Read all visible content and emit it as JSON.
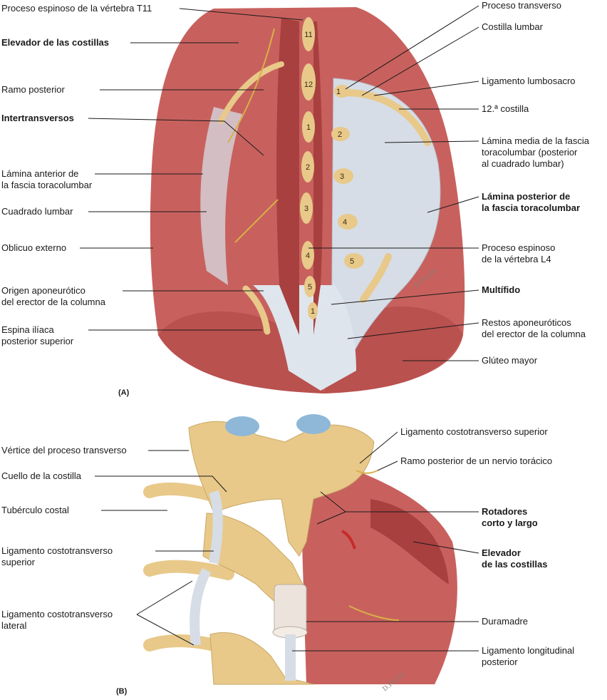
{
  "panels": [
    {
      "tag": "(A)"
    },
    {
      "tag": "(B)"
    }
  ],
  "panel_a": {
    "left_labels": [
      {
        "lines": [
          "Elevador de las costillas"
        ],
        "bold": true
      },
      {
        "lines": [
          "Ramo posterior"
        ],
        "bold": false
      },
      {
        "lines": [
          "Intertransversos"
        ],
        "bold": true
      },
      {
        "lines": [
          "Lámina anterior de",
          "la fascia toracolumbar"
        ],
        "bold": false
      },
      {
        "lines": [
          "Cuadrado lumbar"
        ],
        "bold": false
      },
      {
        "lines": [
          "Oblicuo externo"
        ],
        "bold": false
      },
      {
        "lines": [
          "Origen aponeurótico",
          "del erector de la columna"
        ],
        "bold": false
      },
      {
        "lines": [
          "Espina ilíaca",
          "posterior superior"
        ],
        "bold": false
      }
    ],
    "top_label": {
      "lines": [
        "Proceso espinoso de la vértebra T11"
      ],
      "bold": false
    },
    "right_labels": [
      {
        "lines": [
          "Proceso transverso"
        ],
        "bold": false
      },
      {
        "lines": [
          "Costilla lumbar"
        ],
        "bold": false
      },
      {
        "lines": [
          "Ligamento lumbosacro"
        ],
        "bold": false
      },
      {
        "lines": [
          "12.ª costilla"
        ],
        "bold": false
      },
      {
        "lines": [
          "Lámina media de la fascia",
          "toracolumbar (posterior",
          "al cuadrado lumbar)"
        ],
        "bold": false
      },
      {
        "lines": [
          "Lámina posterior de",
          "la fascia toracolumbar"
        ],
        "bold": true
      },
      {
        "lines": [
          "Proceso espinoso",
          "de la vértebra L4"
        ],
        "bold": false
      },
      {
        "lines": [
          "Multífido"
        ],
        "bold": true
      },
      {
        "lines": [
          "Restos aponeuróticos",
          "del erector de la columna"
        ],
        "bold": false
      },
      {
        "lines": [
          "Glúteo mayor"
        ],
        "bold": false
      }
    ],
    "spinous_numbers": [
      "11",
      "12",
      "1",
      "2",
      "3",
      "4",
      "5",
      "1"
    ],
    "transverse_numbers": [
      "1",
      "2",
      "3",
      "4",
      "5"
    ]
  },
  "panel_b": {
    "left_labels": [
      {
        "lines": [
          "Vértice del proceso transverso"
        ],
        "bold": false
      },
      {
        "lines": [
          "Cuello de la costilla"
        ],
        "bold": false
      },
      {
        "lines": [
          "Tubérculo costal"
        ],
        "bold": false
      },
      {
        "lines": [
          "Ligamento costotransverso",
          "superior"
        ],
        "bold": false
      },
      {
        "lines": [
          "Ligamento costotransverso",
          "lateral"
        ],
        "bold": false
      }
    ],
    "right_labels": [
      {
        "lines": [
          "Ligamento costotransverso superior"
        ],
        "bold": false
      },
      {
        "lines": [
          "Ramo posterior de un nervio torácico"
        ],
        "bold": false
      },
      {
        "lines": [
          "Rotadores",
          "corto y largo"
        ],
        "bold": true
      },
      {
        "lines": [
          "Elevador",
          "de las costillas"
        ],
        "bold": true
      },
      {
        "lines": [
          "Duramadre"
        ],
        "bold": false
      },
      {
        "lines": [
          "Ligamento longitudinal",
          "posterior"
        ],
        "bold": false
      }
    ]
  },
  "colors": {
    "muscle": "#c8615e",
    "muscle_dark": "#a8403f",
    "bone": "#e8c98a",
    "fascia": "#d6dde6",
    "cartilage": "#8fb8d8"
  }
}
